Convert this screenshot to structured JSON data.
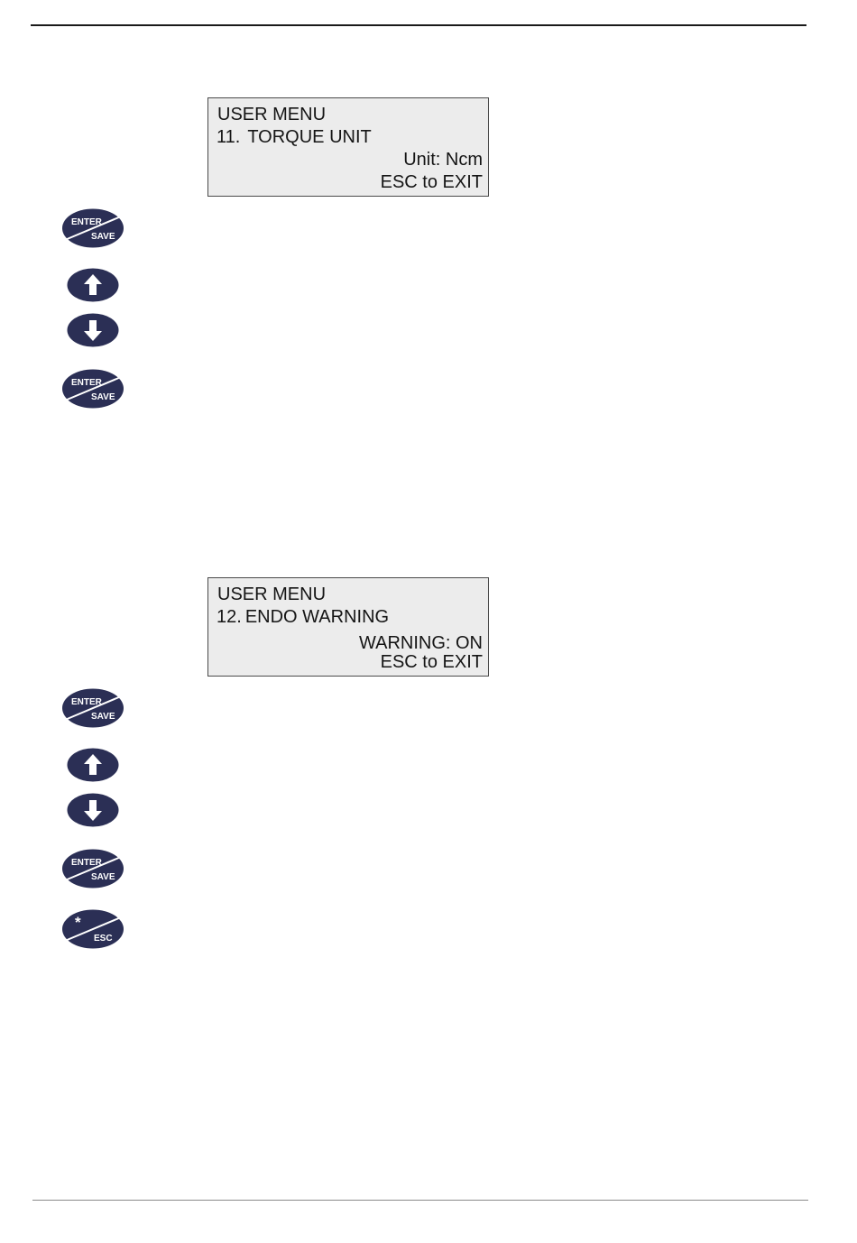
{
  "screens": [
    {
      "title": "USER MENU",
      "item_number": "11.",
      "item_name": "TORQUE UNIT",
      "value_line": "Unit: Ncm",
      "hint": "ESC to EXIT"
    },
    {
      "title": "USER MENU",
      "item_number": "12.",
      "item_name": "ENDO WARNING",
      "value_line": "WARNING: ON",
      "hint": "ESC to EXIT"
    }
  ],
  "keys": {
    "enter_top": "ENTER",
    "enter_bottom": "SAVE",
    "esc_top": "*",
    "esc_bottom": "ESC"
  },
  "colors": {
    "key_fill": "#2b2f55",
    "key_text": "#ffffff",
    "lcd_background": "#ececec"
  }
}
